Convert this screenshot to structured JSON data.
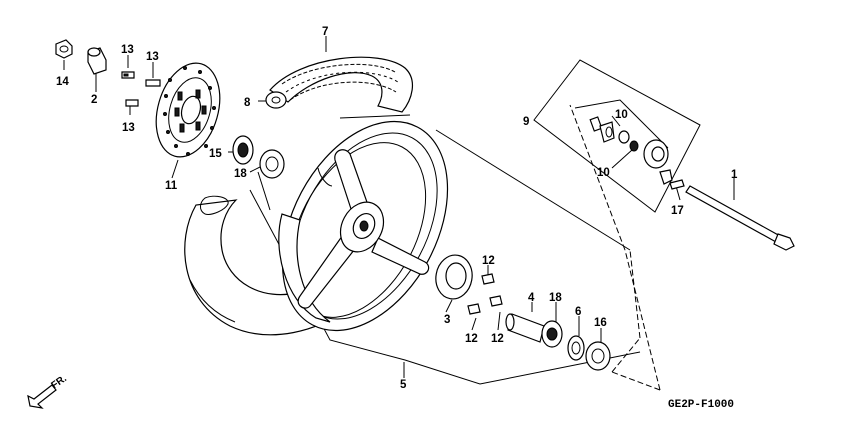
{
  "diagram": {
    "code": "GE2P-F1000",
    "direction": "FR.",
    "callouts": [
      {
        "id": "c1",
        "text": "1"
      },
      {
        "id": "c2",
        "text": "2"
      },
      {
        "id": "c3",
        "text": "3"
      },
      {
        "id": "c4",
        "text": "4"
      },
      {
        "id": "c5",
        "text": "5"
      },
      {
        "id": "c6",
        "text": "6"
      },
      {
        "id": "c7",
        "text": "7"
      },
      {
        "id": "c8",
        "text": "8"
      },
      {
        "id": "c9",
        "text": "9"
      },
      {
        "id": "c10a",
        "text": "10"
      },
      {
        "id": "c10b",
        "text": "10"
      },
      {
        "id": "c11",
        "text": "11"
      },
      {
        "id": "c12a",
        "text": "12"
      },
      {
        "id": "c12b",
        "text": "12"
      },
      {
        "id": "c12c",
        "text": "12"
      },
      {
        "id": "c13a",
        "text": "13"
      },
      {
        "id": "c13b",
        "text": "13"
      },
      {
        "id": "c13c",
        "text": "13"
      },
      {
        "id": "c14",
        "text": "14"
      },
      {
        "id": "c15",
        "text": "15"
      },
      {
        "id": "c16",
        "text": "16"
      },
      {
        "id": "c17",
        "text": "17"
      },
      {
        "id": "c18a",
        "text": "18"
      },
      {
        "id": "c18b",
        "text": "18"
      }
    ]
  }
}
